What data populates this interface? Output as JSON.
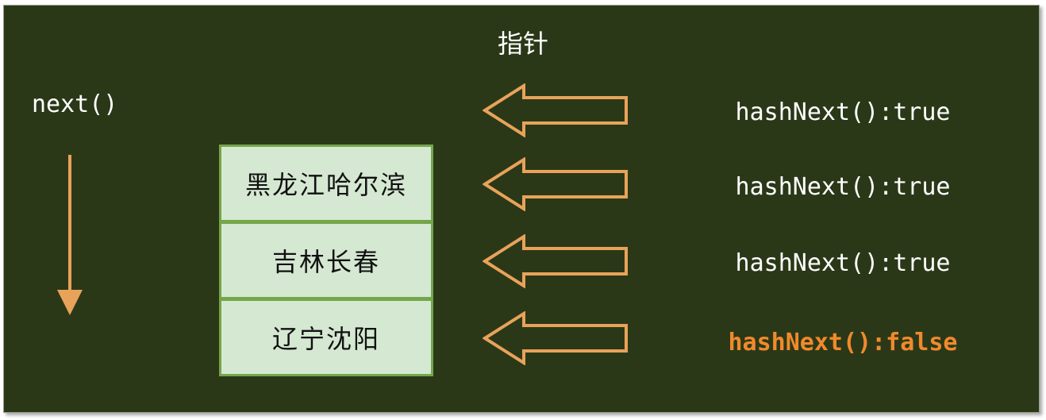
{
  "title": "指针",
  "method_label": "next()",
  "items": [
    "黑龙江哈尔滨",
    "吉林长春",
    "辽宁沈阳"
  ],
  "statuses": [
    {
      "text": "hashNext():true",
      "value": true
    },
    {
      "text": "hashNext():true",
      "value": true
    },
    {
      "text": "hashNext():true",
      "value": true
    },
    {
      "text": "hashNext():false",
      "value": false
    }
  ],
  "colors": {
    "background": "#2b3818",
    "arrow": "#e8a35a",
    "cell_fill": "#d5e8d2",
    "cell_border": "#74a64a",
    "false_text": "#f08a2c"
  }
}
